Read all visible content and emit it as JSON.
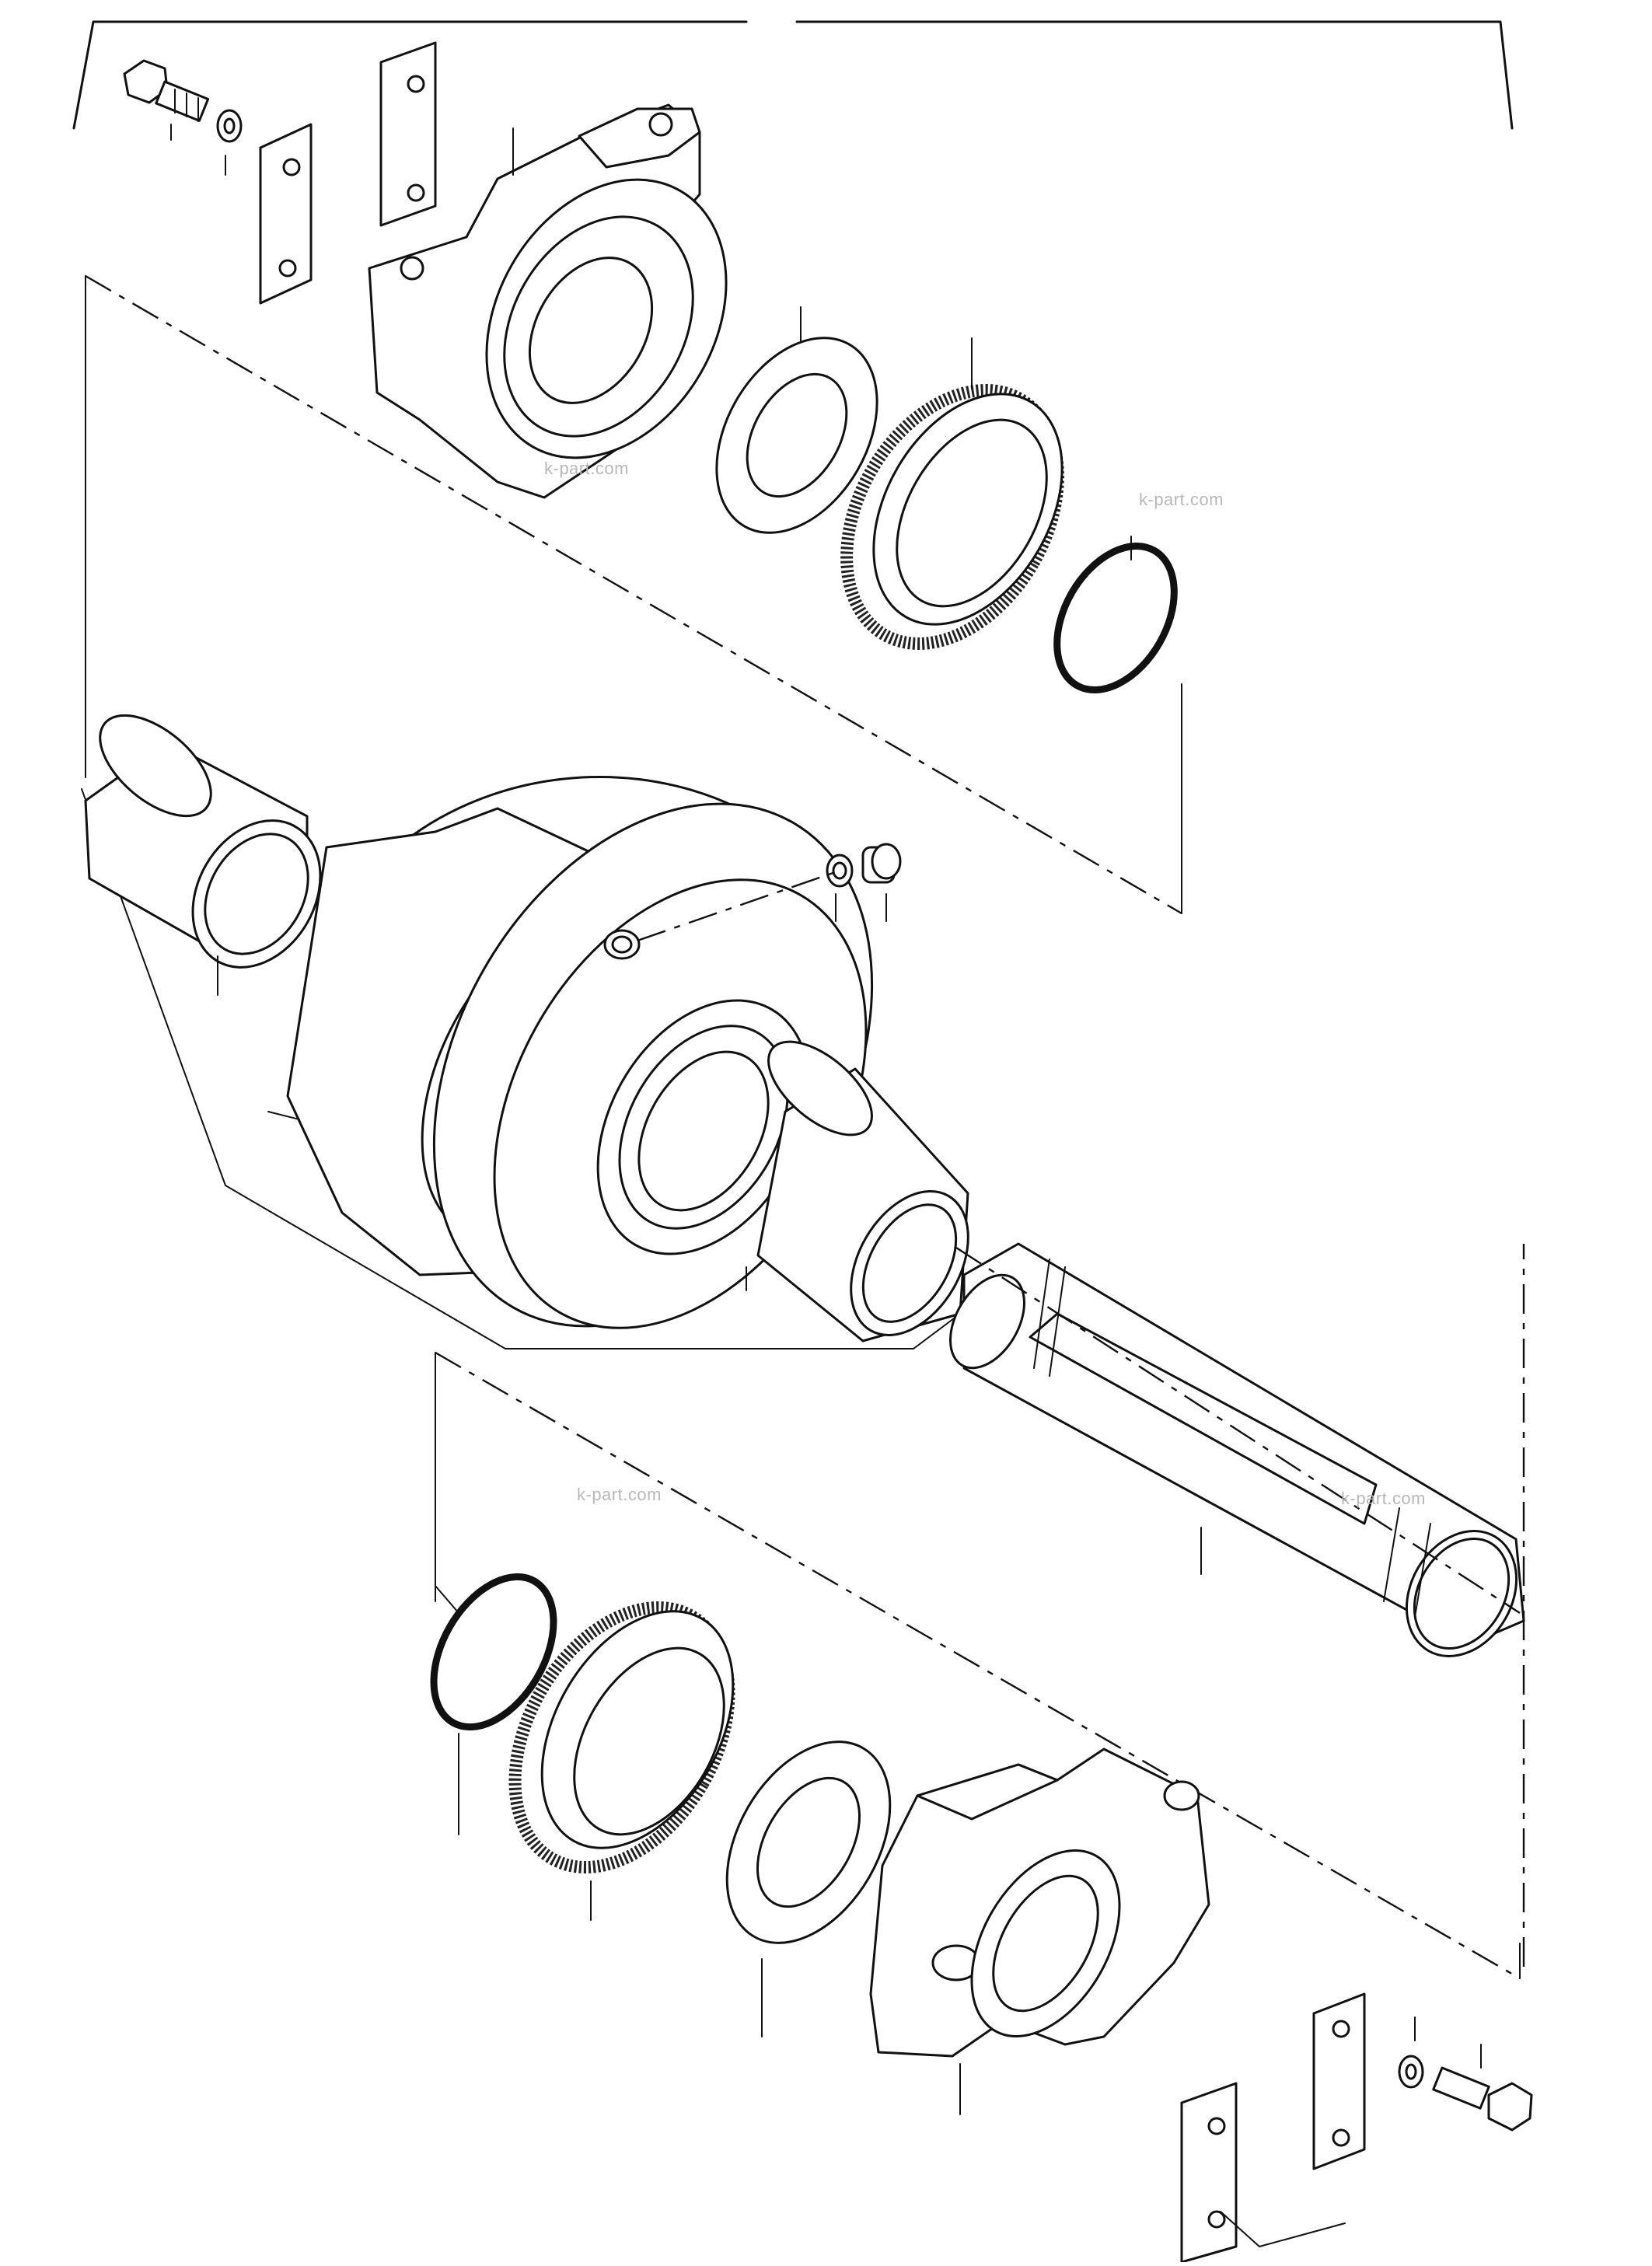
{
  "drawing": {
    "title": "",
    "subject": "exploded-view-track-roller",
    "line_color": "#111111",
    "background": "#ffffff"
  },
  "watermarks": [
    {
      "text": "k-part.com"
    },
    {
      "text": "k-part.com"
    },
    {
      "text": "k-part.com"
    },
    {
      "text": "k-part.com"
    }
  ],
  "parts": [
    {
      "name": "bolt-top"
    },
    {
      "name": "lock-washer-top"
    },
    {
      "name": "lock-plate-top-a"
    },
    {
      "name": "lock-plate-top-b"
    },
    {
      "name": "bracket-top"
    },
    {
      "name": "thrust-ring-top"
    },
    {
      "name": "floating-seal-top"
    },
    {
      "name": "o-ring-top"
    },
    {
      "name": "bushing-left"
    },
    {
      "name": "roller-body"
    },
    {
      "name": "plug-washer"
    },
    {
      "name": "plug"
    },
    {
      "name": "bushing-right"
    },
    {
      "name": "shaft"
    },
    {
      "name": "o-ring-bottom"
    },
    {
      "name": "floating-seal-bottom"
    },
    {
      "name": "thrust-ring-bottom"
    },
    {
      "name": "bracket-bottom"
    },
    {
      "name": "lock-plate-bottom-a"
    },
    {
      "name": "lock-plate-bottom-b"
    },
    {
      "name": "lock-washer-bottom"
    },
    {
      "name": "bolt-bottom"
    }
  ]
}
